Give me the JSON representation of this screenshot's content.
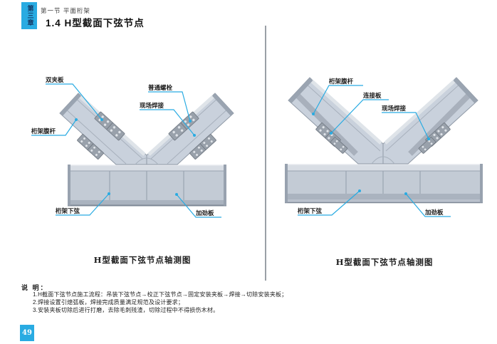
{
  "header": {
    "chapter": "第三章",
    "section": "第一节 平面桁架",
    "title": "1.4 H型截面下弦节点"
  },
  "figures": [
    {
      "caption": "H型截面下弦节点轴测图",
      "labels": [
        "双夹板",
        "普通螺栓",
        "现场焊接",
        "桁架腹杆",
        "桁架下弦",
        "加劲板"
      ]
    },
    {
      "caption": "H型截面下弦节点轴测图",
      "labels": [
        "桁架腹杆",
        "连接板",
        "现场焊接",
        "桁架下弦",
        "加劲板"
      ]
    }
  ],
  "notes": {
    "heading": "说 明：",
    "items": [
      "1.H截面下弦节点施工流程：吊装下弦节点→校正下弦节点→固定安装夹板→焊接→切除安装夹板；",
      "2.焊接设置引熄弧板，焊接完成质量满足规范及设计要求；",
      "3.安装夹板切除后进行打磨，去除毛刺残渣，切除过程中不得损伤木材。"
    ]
  },
  "footer": {
    "page_number": "49"
  },
  "colors": {
    "accent": "#29abe2",
    "steel_light": "#d8dde4",
    "steel_mid": "#c9d1dc",
    "steel_dark": "#8f99a6",
    "plate": "#99a1ab"
  }
}
